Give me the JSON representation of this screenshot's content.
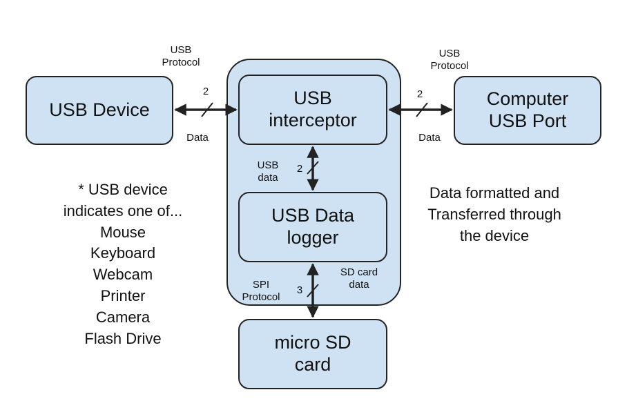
{
  "boxes": {
    "usb_device": "USB Device",
    "usb_interceptor": "USB\ninterceptor",
    "usb_data_logger": "USB Data\nlogger",
    "micro_sd_card": "micro SD\ncard",
    "computer_usb_port": "Computer\nUSB Port"
  },
  "labels": {
    "usb_protocol_left": "USB\nProtocol",
    "usb_protocol_right": "USB\nProtocol",
    "data_left": "Data",
    "data_right": "Data",
    "usb_data": "USB\ndata",
    "spi_protocol": "SPI\nProtocol",
    "sd_card_data": "SD card\ndata",
    "bus_width_left": "2",
    "bus_width_right": "2",
    "bus_width_usb_data": "2",
    "bus_width_spi": "3"
  },
  "notes": {
    "device_list": "* USB device\nindicates one of...\nMouse\nKeyboard\nWebcam\nPrinter\nCamera\nFlash Drive",
    "data_formatted": "Data formatted and\nTransferred through\nthe device"
  },
  "colors": {
    "box_fill": "#cfe2f3",
    "stroke": "#222222"
  }
}
